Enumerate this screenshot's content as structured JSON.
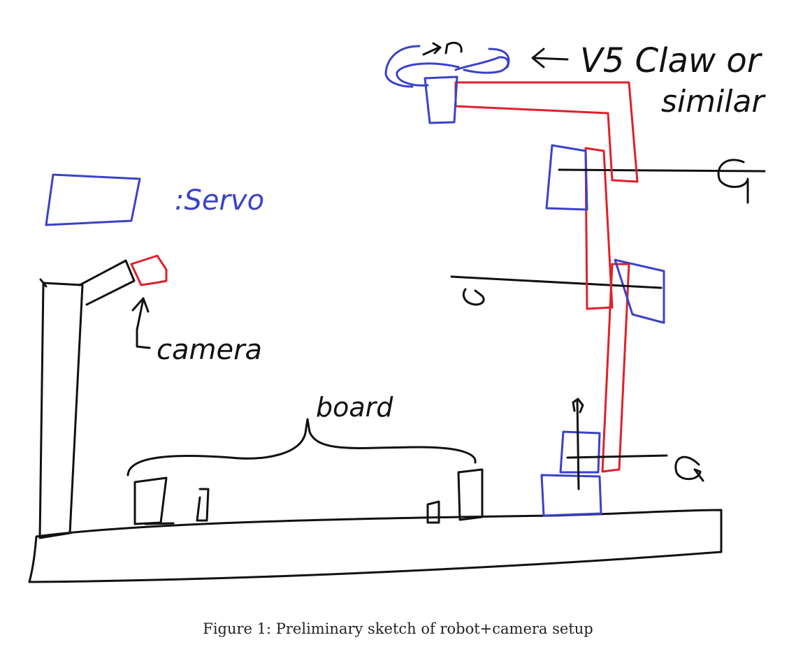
{
  "labels": {
    "claw_line1": "V5 Claw or",
    "claw_line2": "similar",
    "servo_legend": ":Servo",
    "camera": "camera",
    "board": "board"
  },
  "caption": "Figure 1: Preliminary sketch of robot+camera setup",
  "colors": {
    "ink": "#111111",
    "servo": "#3a42c8",
    "arm": "#e0202a"
  }
}
